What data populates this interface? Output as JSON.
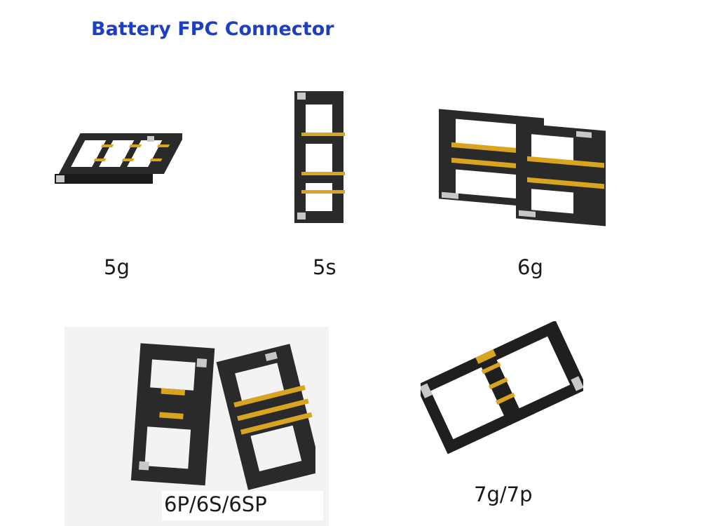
{
  "title": "Battery FPC Connector",
  "colors": {
    "title": "#1f3fc1",
    "plastic": "#2a2a2a",
    "gold": "#d9a520",
    "metal": "#c8c8c8"
  },
  "connectors": [
    {
      "label": "5g"
    },
    {
      "label": "5s"
    },
    {
      "label": "6g"
    },
    {
      "label": "6P/6S/6SP"
    },
    {
      "label": "7g/7p"
    }
  ]
}
